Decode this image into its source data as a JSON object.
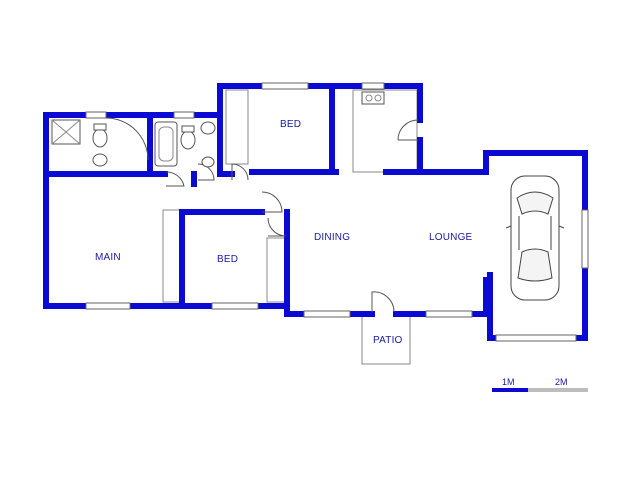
{
  "rooms": {
    "bed_top": "BED",
    "main": "MAIN",
    "bed_small": "BED",
    "dining": "DINING",
    "lounge": "LOUNGE",
    "patio": "PATIO"
  },
  "scale": {
    "one": "1M",
    "two": "2M"
  },
  "colors": {
    "wall": "#0a0ad2",
    "scale_primary": "#0a0ad2",
    "scale_secondary": "#bdbdbd"
  }
}
